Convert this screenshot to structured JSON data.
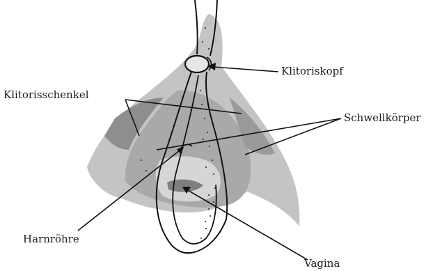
{
  "labels": {
    "klitoriskopf": "Klitoriskopf",
    "klitorisschenkel": "Klitorisschenkel",
    "schwellkoerper": "Schwellkörper",
    "harnroehre": "Harnröhre",
    "vagina": "Vagina"
  },
  "colors": {
    "outer_tissue": "#c4c4c4",
    "inner_tissue": "#a9a9a9",
    "dark_tissue": "#8e8e8e",
    "outline": "#111111"
  }
}
